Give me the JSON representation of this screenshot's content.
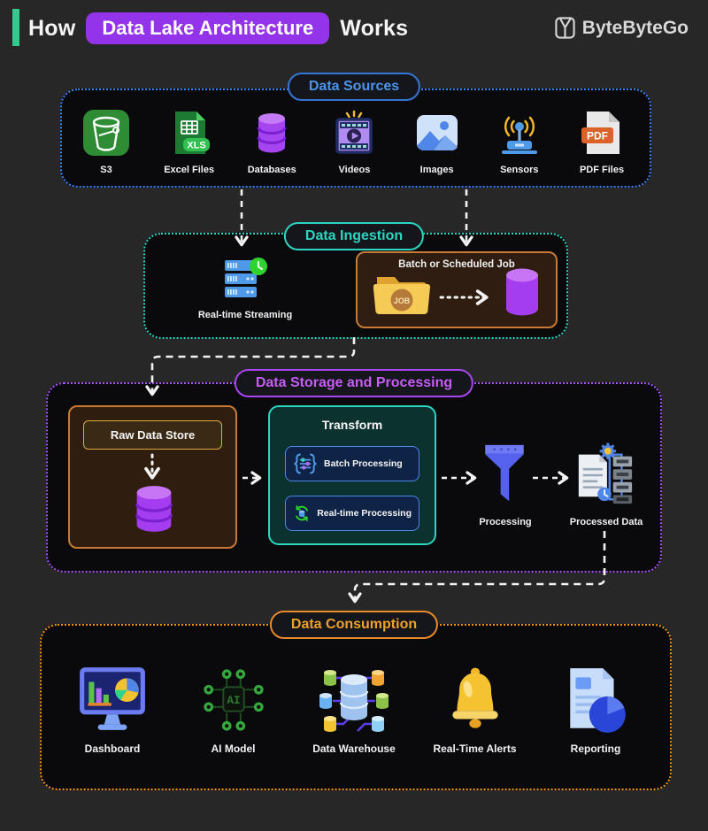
{
  "header": {
    "title_prefix": "How",
    "title_highlight": "Data Lake Architecture",
    "title_suffix": "Works",
    "brand": "ByteByteGo"
  },
  "colors": {
    "background": "#272727",
    "panel_fill": "#0a0a0c",
    "sources_accent": "#3b82f6",
    "ingestion_accent": "#2dd4bf",
    "storage_accent": "#a855f7",
    "consumption_accent": "#ef9420",
    "title_highlight_bg": "#9333ea",
    "title_accent_bar": "#34c98e",
    "connector": "#f2f2f2"
  },
  "data_sources": {
    "label": "Data Sources",
    "items": [
      {
        "label": "S3"
      },
      {
        "label": "Excel Files",
        "badge": "XLS"
      },
      {
        "label": "Databases"
      },
      {
        "label": "Videos"
      },
      {
        "label": "Images"
      },
      {
        "label": "Sensors"
      },
      {
        "label": "PDF Files",
        "badge": "PDF"
      }
    ]
  },
  "data_ingestion": {
    "label": "Data Ingestion",
    "streaming_label": "Real-time Streaming",
    "batch_title": "Batch or Scheduled Job",
    "job_badge": "JOB"
  },
  "storage_processing": {
    "label": "Data Storage and Processing",
    "raw_store_label": "Raw Data Store",
    "transform_title": "Transform",
    "batch_processing": "Batch Processing",
    "realtime_processing": "Real-time Processing",
    "processing_label": "Processing",
    "processed_data_label": "Processed Data"
  },
  "data_consumption": {
    "label": "Data Consumption",
    "ai_chip_text": "AI",
    "items": [
      {
        "label": "Dashboard"
      },
      {
        "label": "AI Model"
      },
      {
        "label": "Data Warehouse"
      },
      {
        "label": "Real-Time Alerts"
      },
      {
        "label": "Reporting"
      }
    ]
  }
}
